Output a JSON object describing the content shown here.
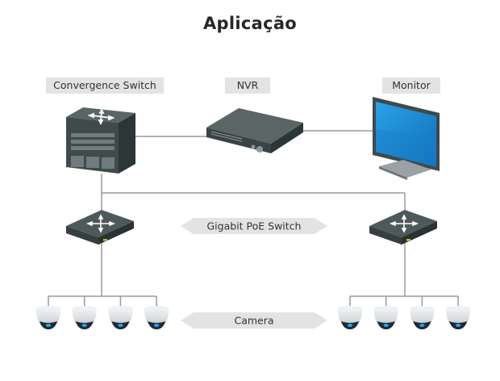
{
  "title": "Aplicação",
  "nodes": {
    "convergence_switch": {
      "label": "Convergence Switch",
      "icon": "core-switch-icon"
    },
    "nvr": {
      "label": "NVR",
      "icon": "nvr-recorder-icon"
    },
    "monitor": {
      "label": "Monitor",
      "icon": "monitor-icon"
    },
    "poe_switch_left": {
      "icon": "poe-switch-icon"
    },
    "poe_switch_right": {
      "icon": "poe-switch-icon"
    },
    "cameras_left": {
      "count": 4,
      "icon": "dome-camera-icon"
    },
    "cameras_right": {
      "count": 4,
      "icon": "dome-camera-icon"
    }
  },
  "annotations": {
    "poe_switch_label": "Gigabit PoE Switch",
    "camera_label": "Camera"
  },
  "connections": [
    {
      "from": "Convergence Switch",
      "to": "NVR"
    },
    {
      "from": "NVR",
      "to": "Monitor"
    },
    {
      "from": "Convergence Switch",
      "to": "Gigabit PoE Switch (left)"
    },
    {
      "from": "Convergence Switch",
      "to": "Gigabit PoE Switch (right)"
    },
    {
      "from": "Gigabit PoE Switch (left)",
      "to": "Camera x4 (left)"
    },
    {
      "from": "Gigabit PoE Switch (right)",
      "to": "Camera x4 (right)"
    }
  ],
  "colors": {
    "device_dark": "#3f4a4b",
    "line": "#9a9a9a",
    "label_bg": "#e3e3e3",
    "screen_blue": "#1a8fd6",
    "camera_led": "#1ea7e8"
  }
}
